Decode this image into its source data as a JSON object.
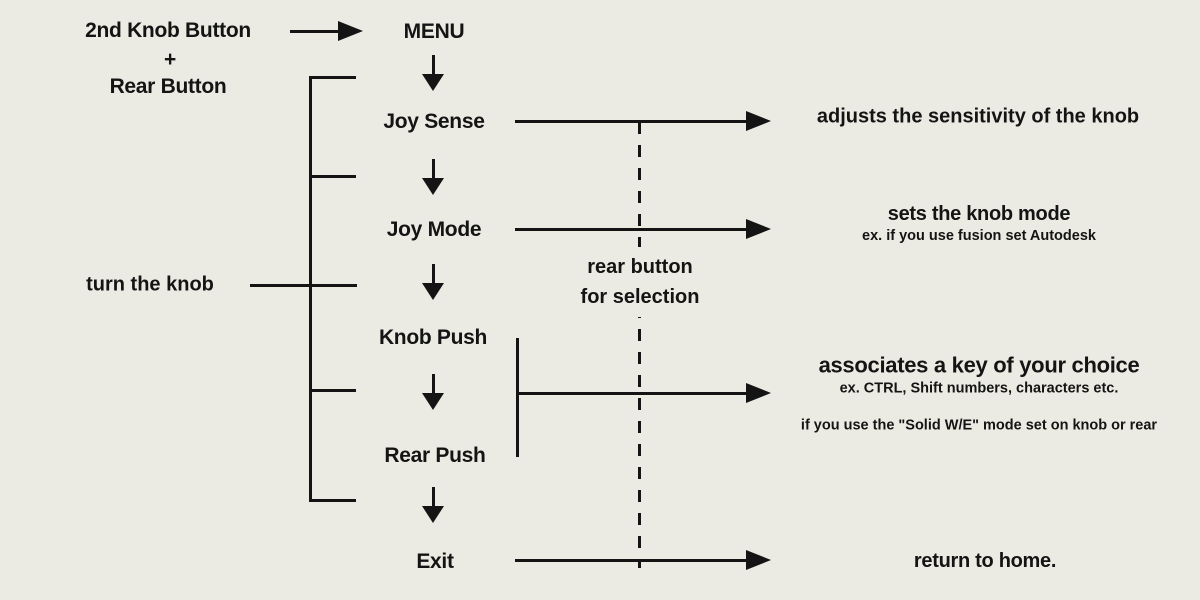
{
  "palette": {
    "background": "#ecebe3",
    "ink": "#141414"
  },
  "trigger": {
    "line1": "2nd Knob Button",
    "plus": "+",
    "line2": "Rear Button"
  },
  "menu": {
    "root": "MENU",
    "items": [
      "Joy Sense",
      "Joy Mode",
      "Knob Push",
      "Rear Push",
      "Exit"
    ]
  },
  "notes": {
    "turn_knob": "turn the knob",
    "selection_line1": "rear button",
    "selection_line2": "for selection"
  },
  "descriptions": {
    "joy_sense": {
      "title": "adjusts the sensitivity of the knob"
    },
    "joy_mode": {
      "title": "sets the knob mode",
      "example": "ex. if you use fusion set Autodesk"
    },
    "key_push": {
      "title": "associates a key of your choice",
      "example": "ex. CTRL, Shift numbers, characters etc.",
      "note": "if you use the \"Solid W/E\" mode set on knob or rear"
    },
    "exit": {
      "title": "return to home."
    }
  }
}
